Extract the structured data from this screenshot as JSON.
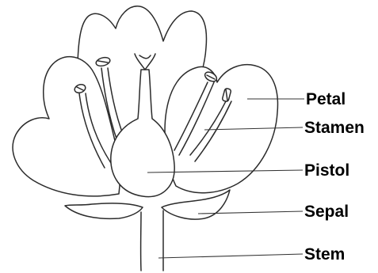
{
  "labels": {
    "petal": "Petal",
    "stamen": "Stamen",
    "pistol": "Pistol",
    "sepal": "Sepal",
    "stem": "Stem"
  }
}
